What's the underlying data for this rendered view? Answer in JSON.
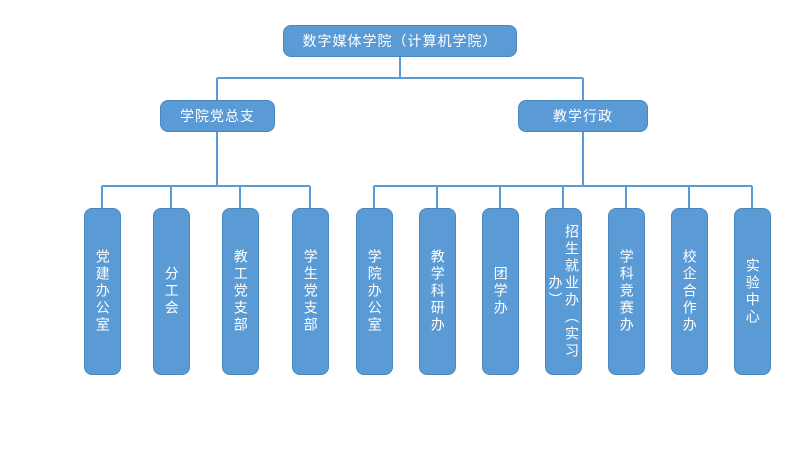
{
  "chart": {
    "title": "数字媒体学院组织架构图",
    "type": "org-chart",
    "background_color": "#FFFFFF",
    "node_fill_color": "#5B9BD5",
    "node_border_color": "#4A87BD",
    "node_text_color": "#FFFFFF",
    "connector_color": "#5B9BD5"
  },
  "root": {
    "label": "数字媒体学院（计算机学院）"
  },
  "branches": [
    {
      "label": "学院党总支"
    },
    {
      "label": "教学行政"
    }
  ],
  "party_units": [
    {
      "label": "党建办公室"
    },
    {
      "label": "分工会"
    },
    {
      "label": "教工党支部"
    },
    {
      "label": "学生党支部"
    }
  ],
  "admin_units": [
    {
      "label": "学院办公室"
    },
    {
      "label": "教学科研办"
    },
    {
      "label": "团学办"
    },
    {
      "label": "招生就业办（实习办）"
    },
    {
      "label": "学科竞赛办"
    },
    {
      "label": "校企合作办"
    },
    {
      "label": "实验中心"
    }
  ]
}
